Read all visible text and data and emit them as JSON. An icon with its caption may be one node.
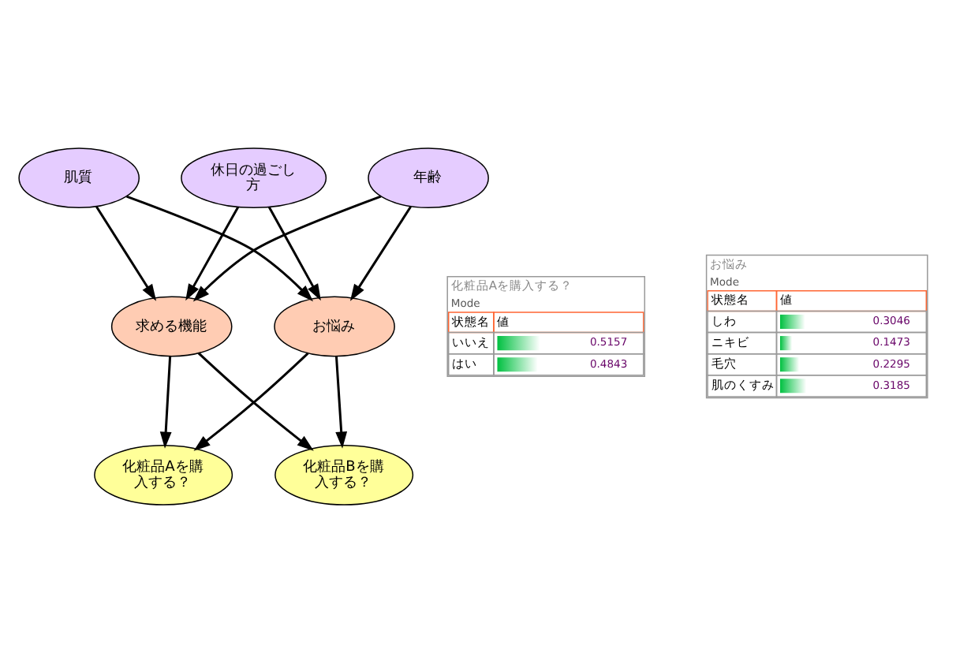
{
  "diagram": {
    "nodes": [
      {
        "text": [
          "肌質"
        ]
      },
      {
        "text": [
          "休日の過ごし方"
        ]
      },
      {
        "text": [
          "年齢"
        ]
      },
      {
        "text": [
          "求める機能"
        ]
      },
      {
        "text": [
          "お悩み"
        ]
      },
      {
        "text": [
          "化粧品Aを購入する？"
        ]
      },
      {
        "text": [
          "化粧品Bを購入する？"
        ]
      },
      {
        "text": [
          "化粧品Aを購入する？",
          "Mode",
          "状態名",
          "値",
          "いいえ",
          "0.5157",
          "はい",
          "0.4843"
        ]
      },
      {
        "text": [
          "お悩み",
          "Mode",
          "状態名",
          "値",
          "しわ",
          "0.3046",
          "ニキビ",
          "0.1473",
          "毛穴",
          "0.2295",
          "肌のくすみ",
          "0.3185"
        ]
      }
    ],
    "edges": [
      {
        "from": 0,
        "to": 3,
        "arrow": "to"
      },
      {
        "from": 1,
        "to": 3,
        "arrow": "to"
      },
      {
        "from": 2,
        "to": 3,
        "arrow": "to"
      },
      {
        "from": 0,
        "to": 4,
        "arrow": "to"
      },
      {
        "from": 1,
        "to": 4,
        "arrow": "to"
      },
      {
        "from": 2,
        "to": 4,
        "arrow": "to"
      },
      {
        "from": 3,
        "to": 5,
        "arrow": "to"
      },
      {
        "from": 4,
        "to": 5,
        "arrow": "to"
      },
      {
        "from": 3,
        "to": 6,
        "arrow": "to"
      },
      {
        "from": 4,
        "to": 6,
        "arrow": "to"
      }
    ]
  }
}
